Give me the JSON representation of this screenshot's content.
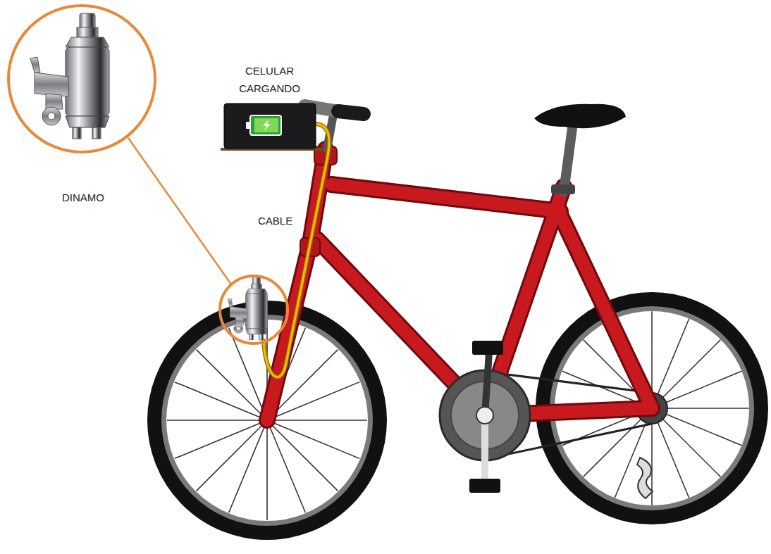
{
  "diagram": {
    "nodes": [
      {
        "text": [
          "DINAMO"
        ]
      },
      {
        "text": [
          "CELULAR CARGANDO"
        ]
      }
    ],
    "labels": [
      "CABLE"
    ]
  }
}
